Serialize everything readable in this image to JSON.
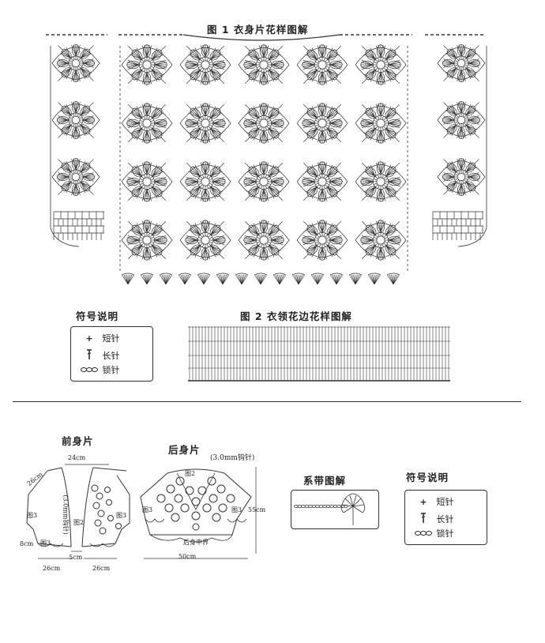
{
  "top": {
    "figure1_title": "图 1 衣身片花样图解",
    "symbol_title": "符号说明",
    "figure2_title": "图 2 衣领花边花样图解",
    "legend": [
      {
        "symbol": "+",
        "icon": "single-crochet-icon",
        "label": "短针"
      },
      {
        "symbol": "T",
        "icon": "double-crochet-icon",
        "label": "长针"
      },
      {
        "symbol": "ooo",
        "icon": "chain-stitch-icon",
        "label": "锁针"
      }
    ]
  },
  "bottom": {
    "front_title": "前身片",
    "back_title": "后身片",
    "hook_note": "(3.0mm钩针)",
    "tie_title": "系带图解",
    "symbol_title": "符号说明",
    "legend": [
      {
        "symbol": "+",
        "icon": "single-crochet-icon",
        "label": "短针"
      },
      {
        "symbol": "T",
        "icon": "double-crochet-icon",
        "label": "长针"
      },
      {
        "symbol": "ooo",
        "icon": "chain-stitch-icon",
        "label": "锁针"
      }
    ],
    "front_labels": {
      "top_width": "24cm",
      "shoulder": "26cm",
      "vertical_hook": "(3.0mm钩针)",
      "fig2": "图2",
      "fig3a": "图3",
      "fig3b": "图3",
      "fig3c": "图3",
      "side": "8cm",
      "gap": "5cm",
      "bottom_left": "26cm",
      "bottom_right": "26cm"
    },
    "back_labels": {
      "fig2": "图2",
      "fig3a": "图3",
      "fig3b": "图3",
      "center": "后身中界",
      "height": "55cm",
      "width": "50cm"
    }
  },
  "colors": {
    "ink": "#333333",
    "paper": "#ffffff"
  }
}
